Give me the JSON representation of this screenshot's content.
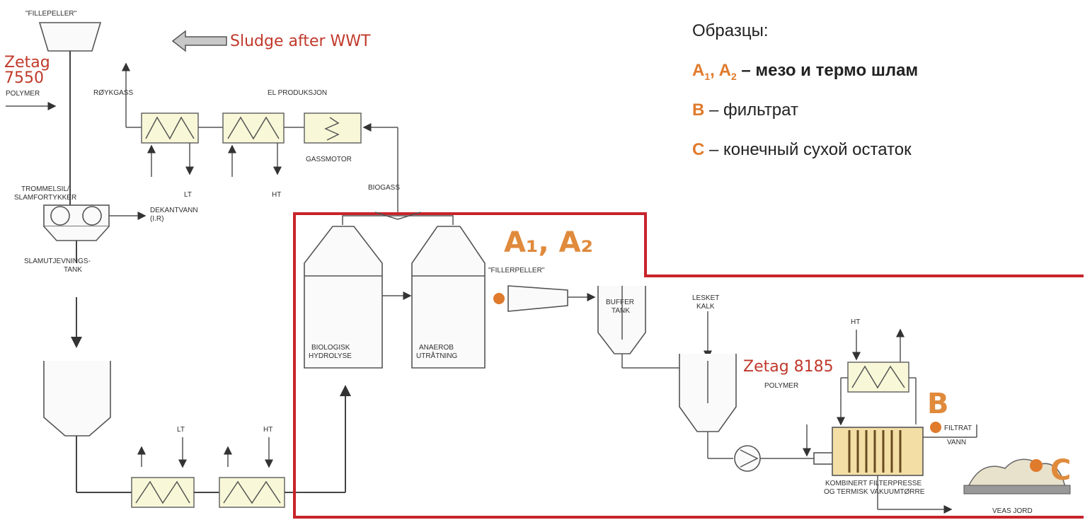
{
  "diagram": {
    "fillepeller_top": "\"FILLEPELLER\"",
    "sludge_after_wwt": "Sludge after WWT",
    "zetag_7550_line1": "Zetag",
    "zetag_7550_line2": "7550",
    "polymer_left": "POLYMER",
    "roykgass": "RØYKGASS",
    "el_produksjon": "EL PRODUKSJON",
    "gassmotor": "GASSMOTOR",
    "lt_top": "LT",
    "ht_top": "HT",
    "biogass": "BIOGASS",
    "trommelsil_line1": "TROMMELSIL/",
    "trommelsil_line2": "SLAMFORTYKKER",
    "dekantvann_line1": "DEKANTVANN",
    "dekantvann_line2": "(I.R)",
    "slamutjevnings_line1": "SLAMUTJEVNINGS-",
    "slamutjevnings_line2": "TANK",
    "lt_bottom": "LT",
    "ht_bottom": "HT",
    "biologisk_line1": "BIOLOGISK",
    "biologisk_line2": "HYDROLYSE",
    "anaerob_line1": "ANAEROB",
    "anaerob_line2": "UTRÅTNING",
    "fillerpeller_mid": "\"FILLERPELLER\"",
    "a_label": "A₁, A₂",
    "buffer_line1": "BUFFER",
    "buffer_line2": "TANK",
    "lesket_line1": "LESKET",
    "lesket_line2": "KALK",
    "ht_press": "HT",
    "zetag_8185": "Zetag 8185",
    "polymer_right": "POLYMER",
    "b_label": "B",
    "filtrat_line1": "FILTRAT",
    "filtrat_line2": "VANN",
    "c_label": "C",
    "kombinert_line1": "KOMBINERT FILTERPRESSE",
    "kombinert_line2": "OG TERMISK VAKUUMTØRRE",
    "veas_jord": "VEAS JORD"
  },
  "legend": {
    "title": "Образцы:",
    "a_key": "A",
    "a_sub1": "1",
    "a_sep": ", ",
    "a_key2": "A",
    "a_sub2": "2",
    "a_desc": " – мезо и термо шлам",
    "b_key": "B",
    "b_desc": " – фильтрат",
    "c_key": "C",
    "c_desc": " – конечный сухой остаток"
  },
  "colors": {
    "sample_orange": "#e07a2c",
    "highlight_red": "#c8242b",
    "annotation_red": "#c0392b"
  }
}
